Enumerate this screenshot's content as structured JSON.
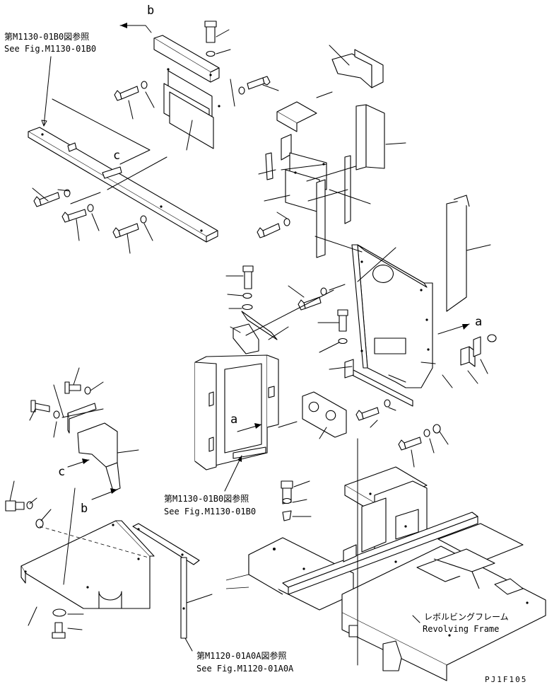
{
  "references": {
    "top_left_jp": "第M1130-01B0図参照",
    "top_left_en": "See Fig.M1130-01B0",
    "middle_jp": "第M1130-01B0図参照",
    "middle_en": "See Fig.M1130-01B0",
    "bottom_jp": "第M1120-01A0A図参照",
    "bottom_en": "See Fig.M1120-01A0A"
  },
  "frame_label": {
    "jp": "レボルビングフレーム",
    "en": "Revolving Frame"
  },
  "markers": {
    "b_top": "b",
    "c_upper": "c",
    "a_right": "a",
    "a_center": "a",
    "c_lower": "c",
    "b_lower": "b"
  },
  "drawing_code": "PJ1F105"
}
